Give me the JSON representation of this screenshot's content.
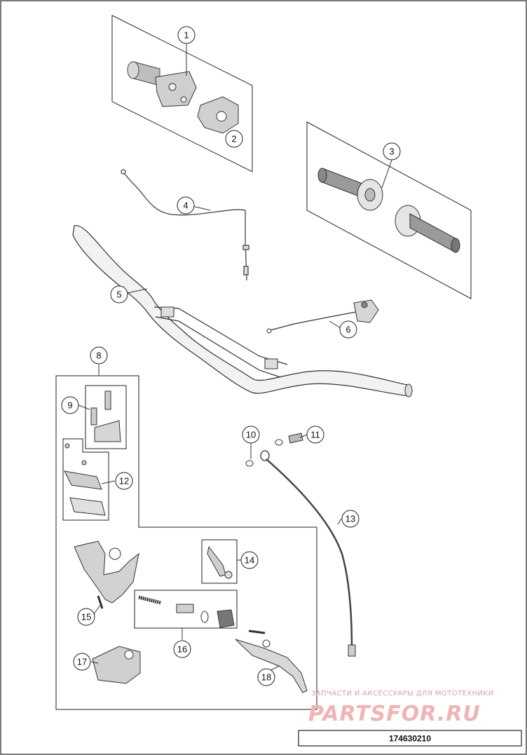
{
  "diagram": {
    "callouts": [
      "1",
      "2",
      "3",
      "4",
      "5",
      "6",
      "8",
      "9",
      "10",
      "11",
      "12",
      "13",
      "14",
      "15",
      "16",
      "17",
      "18"
    ]
  },
  "watermark": {
    "line1": "ЗАПЧАСТИ И АКСЕССУАРЫ ДЛЯ МОТОТЕХНИКИ",
    "line2": "PARTSFOR.RU"
  },
  "reference_number": "174630210"
}
